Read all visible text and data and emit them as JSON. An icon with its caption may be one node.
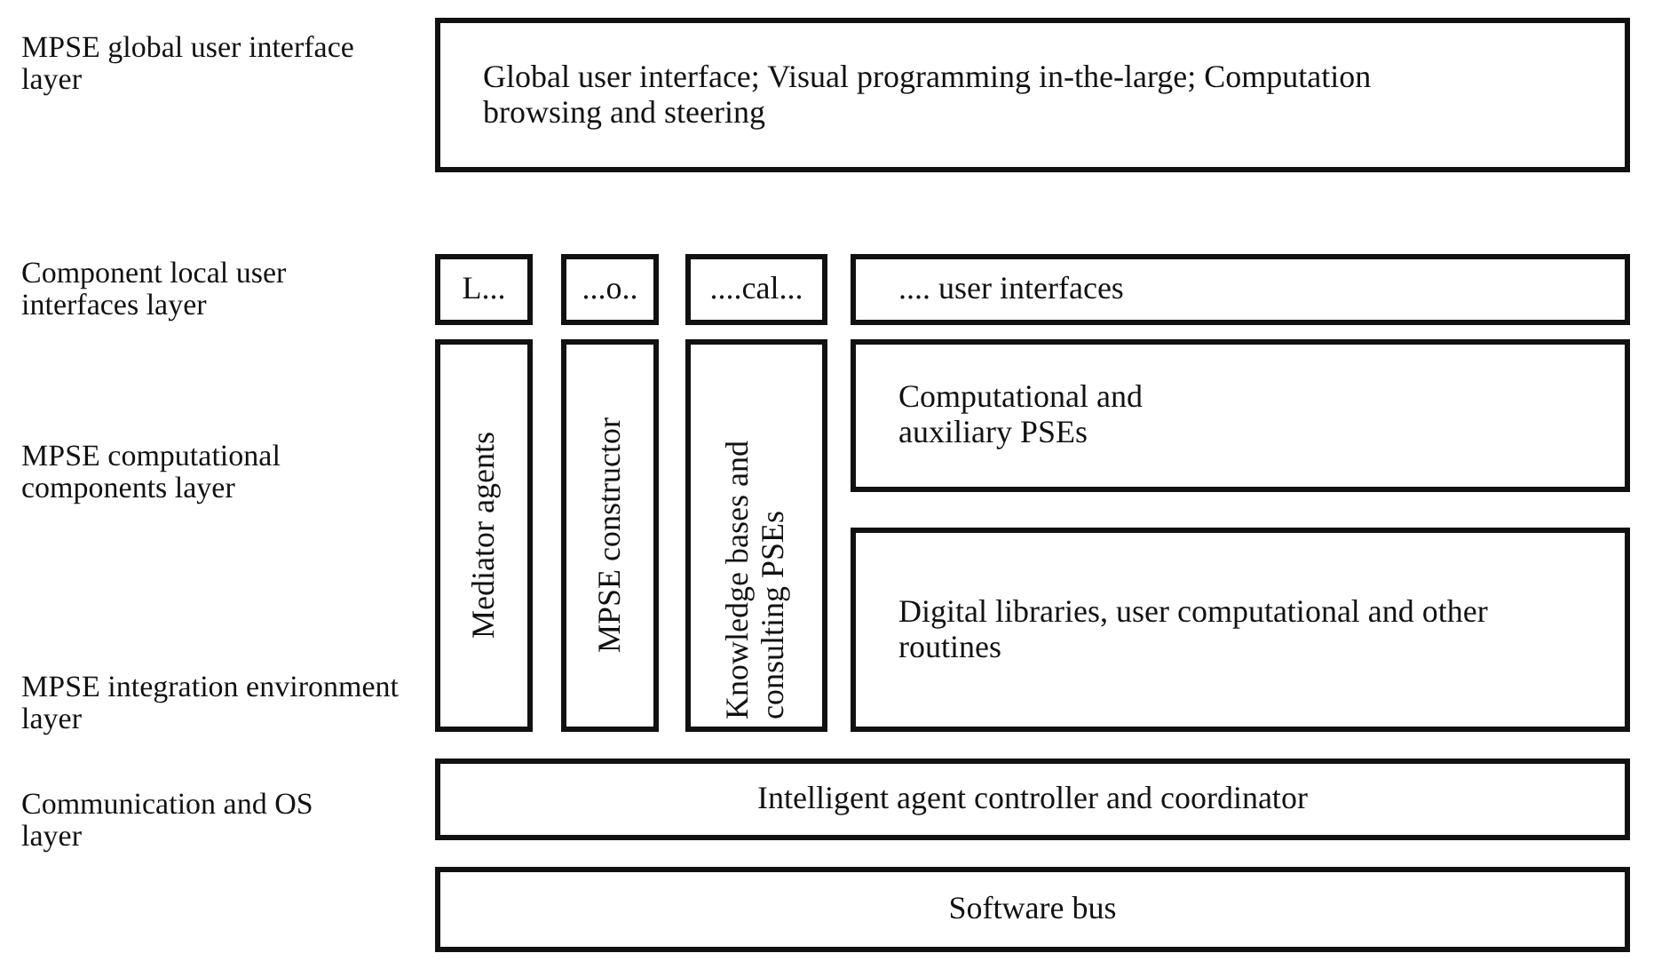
{
  "diagram": {
    "nodes": [
      {
        "text": [
          "Global user interface; Visual programming in-the-large; Computation browsing and steering"
        ]
      },
      {
        "text": [
          "L..."
        ]
      },
      {
        "text": [
          "...o.."
        ]
      },
      {
        "text": [
          "....cal..."
        ]
      },
      {
        "text": [
          ".... user interfaces"
        ]
      },
      {
        "text": [
          "Mediator agents"
        ]
      },
      {
        "text": [
          "MPSE constructor"
        ]
      },
      {
        "text": [
          "Knowledge bases and consulting PSEs"
        ]
      },
      {
        "text": [
          "Computational and auxiliary PSEs"
        ]
      },
      {
        "text": [
          "Digital libraries, user computational and other routines"
        ]
      },
      {
        "text": [
          "Intelligent agent controller and coordinator"
        ]
      },
      {
        "text": [
          "Software bus"
        ]
      }
    ],
    "edges": [],
    "labels": [
      "MPSE global user interface layer",
      "Component local user interfaces layer",
      "MPSE computational components layer",
      "MPSE integration environment layer",
      "Communication and OS layer"
    ]
  }
}
